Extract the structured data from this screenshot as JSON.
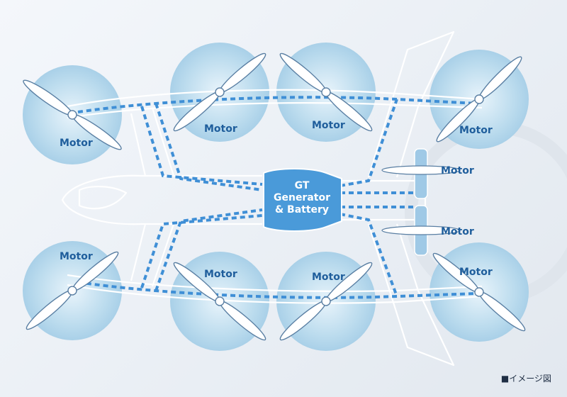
{
  "diagram": {
    "motor_label": "Motor",
    "center_unit": {
      "line1": "GT",
      "line2": "Generator",
      "line3": "& Battery"
    },
    "image_note": "■イメージ図",
    "colors": {
      "rotor_fill": "#b7d9ec",
      "wiring": "#3f8fd6",
      "unit_fill": "#4a9ad9",
      "airframe_stroke": "#ffffff"
    }
  }
}
